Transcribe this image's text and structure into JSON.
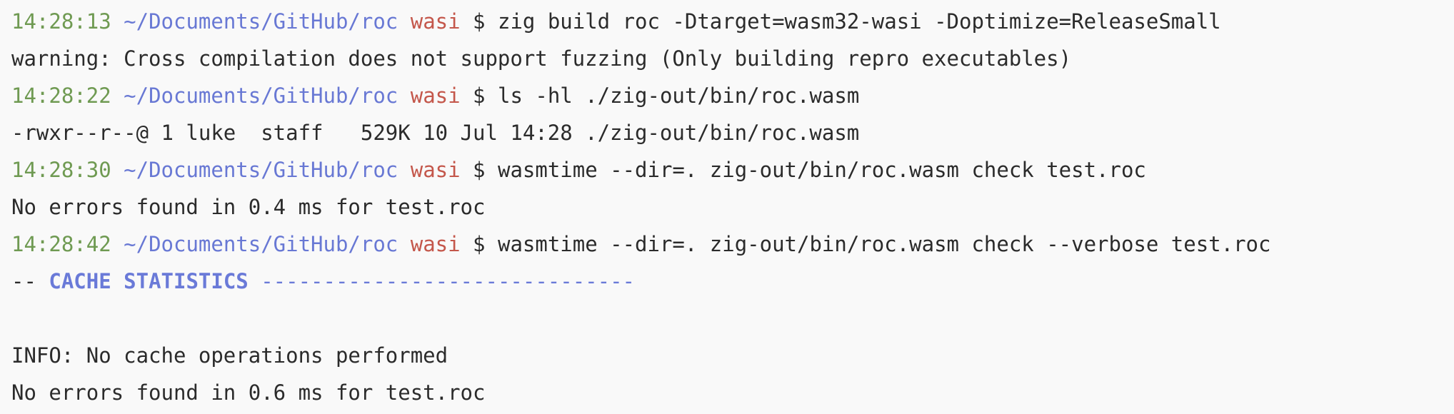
{
  "colors": {
    "background": "#f9f9f9",
    "text": "#2b2b2b",
    "timestamp": "#6f9a52",
    "path": "#6878d4",
    "branch": "#c4574b",
    "header": "#6a7ad8"
  },
  "prompt": {
    "path": "~/Documents/GitHub/roc",
    "branch": "wasi",
    "symbol": "$"
  },
  "lines": [
    {
      "kind": "prompt",
      "time": "14:28:13",
      "command": "zig build roc -Dtarget=wasm32-wasi -Doptimize=ReleaseSmall"
    },
    {
      "kind": "output",
      "text": "warning: Cross compilation does not support fuzzing (Only building repro executables)"
    },
    {
      "kind": "prompt",
      "time": "14:28:22",
      "command": "ls -hl ./zig-out/bin/roc.wasm"
    },
    {
      "kind": "output",
      "text": "-rwxr--r--@ 1 luke  staff   529K 10 Jul 14:28 ./zig-out/bin/roc.wasm"
    },
    {
      "kind": "prompt",
      "time": "14:28:30",
      "command": "wasmtime --dir=. zig-out/bin/roc.wasm check test.roc"
    },
    {
      "kind": "output",
      "text": "No errors found in 0.4 ms for test.roc"
    },
    {
      "kind": "prompt",
      "time": "14:28:42",
      "command": "wasmtime --dir=. zig-out/bin/roc.wasm check --verbose test.roc"
    },
    {
      "kind": "header",
      "prefix": "-- ",
      "title": "CACHE STATISTICS",
      "dashes": " ------------------------------"
    },
    {
      "kind": "output",
      "text": ""
    },
    {
      "kind": "output",
      "text": "INFO: No cache operations performed"
    },
    {
      "kind": "output",
      "text": "No errors found in 0.6 ms for test.roc"
    }
  ]
}
